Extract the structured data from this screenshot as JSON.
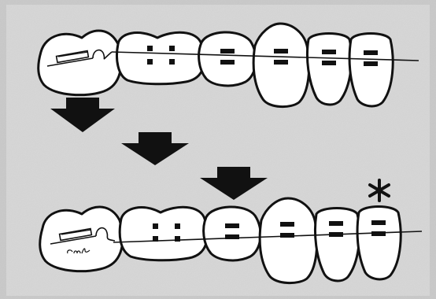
{
  "figure": {
    "background_color": "#c9c9c9",
    "paper_color": "#d6d6d6",
    "tooth_fill": "#ffffff",
    "ink_color": "#111111",
    "rows": [
      {
        "role": "before",
        "teeth_count": 6
      },
      {
        "role": "after",
        "teeth_count": 6
      }
    ],
    "arrows_count": 3,
    "marker_symbol": "asterisk",
    "marker_glyph": "✱",
    "signature_text": "cmf"
  }
}
